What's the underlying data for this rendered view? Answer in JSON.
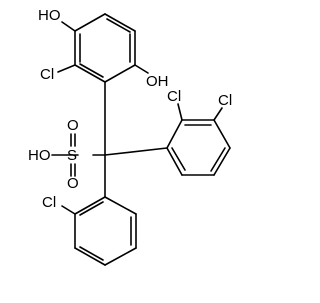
{
  "molecule": {
    "labels": {
      "ho_top": "HO",
      "cl_ring_a": "Cl",
      "oh_ring_a": "OH",
      "cl_ortho_b": "Cl",
      "cl_meta_b": "Cl",
      "ho_sulfonic": "HO",
      "o_upper": "O",
      "s_center": "S",
      "o_lower": "O",
      "cl_ring_c": "Cl"
    }
  }
}
